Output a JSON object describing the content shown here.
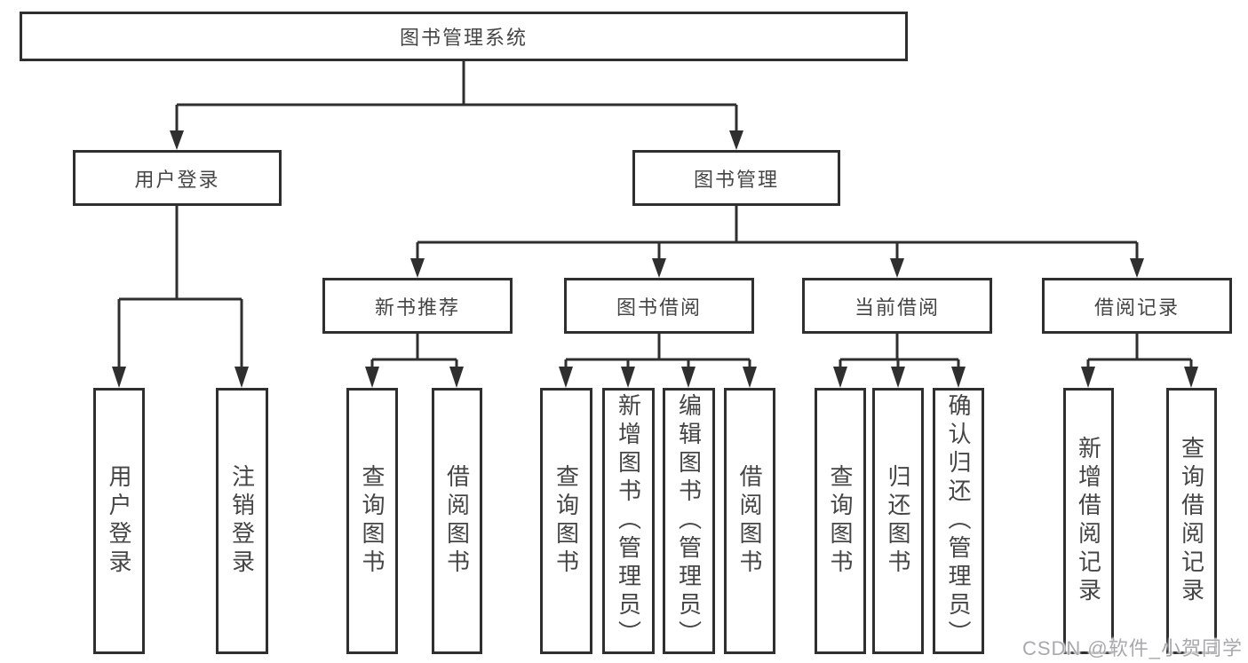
{
  "diagram": {
    "title": "图书管理系统",
    "type": "hierarchy-tree",
    "colors": {
      "line": "#2f2f2f",
      "box_border": "#2f2f2f",
      "box_fill": "#ffffff",
      "text": "#454545",
      "background": "#ffffff",
      "watermark_text": "#a9a9ad"
    },
    "root": {
      "label": "图书管理系统"
    },
    "branches": [
      {
        "label": "用户登录",
        "children": [
          {
            "label": "用户登录"
          },
          {
            "label": "注销登录"
          }
        ]
      },
      {
        "label": "图书管理",
        "children": [
          {
            "label": "新书推荐",
            "children": [
              {
                "label": "查询图书"
              },
              {
                "label": "借阅图书"
              }
            ]
          },
          {
            "label": "图书借阅",
            "children": [
              {
                "label": "查询图书"
              },
              {
                "label": "新增图书（管理员）"
              },
              {
                "label": "编辑图书（管理员）"
              },
              {
                "label": "借阅图书"
              }
            ]
          },
          {
            "label": "当前借阅",
            "children": [
              {
                "label": "查询图书"
              },
              {
                "label": "归还图书"
              },
              {
                "label": "确认归还（管理员）"
              }
            ]
          },
          {
            "label": "借阅记录",
            "children": [
              {
                "label": "新增借阅记录"
              },
              {
                "label": "查询借阅记录"
              }
            ]
          }
        ]
      }
    ]
  },
  "watermark": {
    "text": "CSDN @软件_小贺同学"
  }
}
